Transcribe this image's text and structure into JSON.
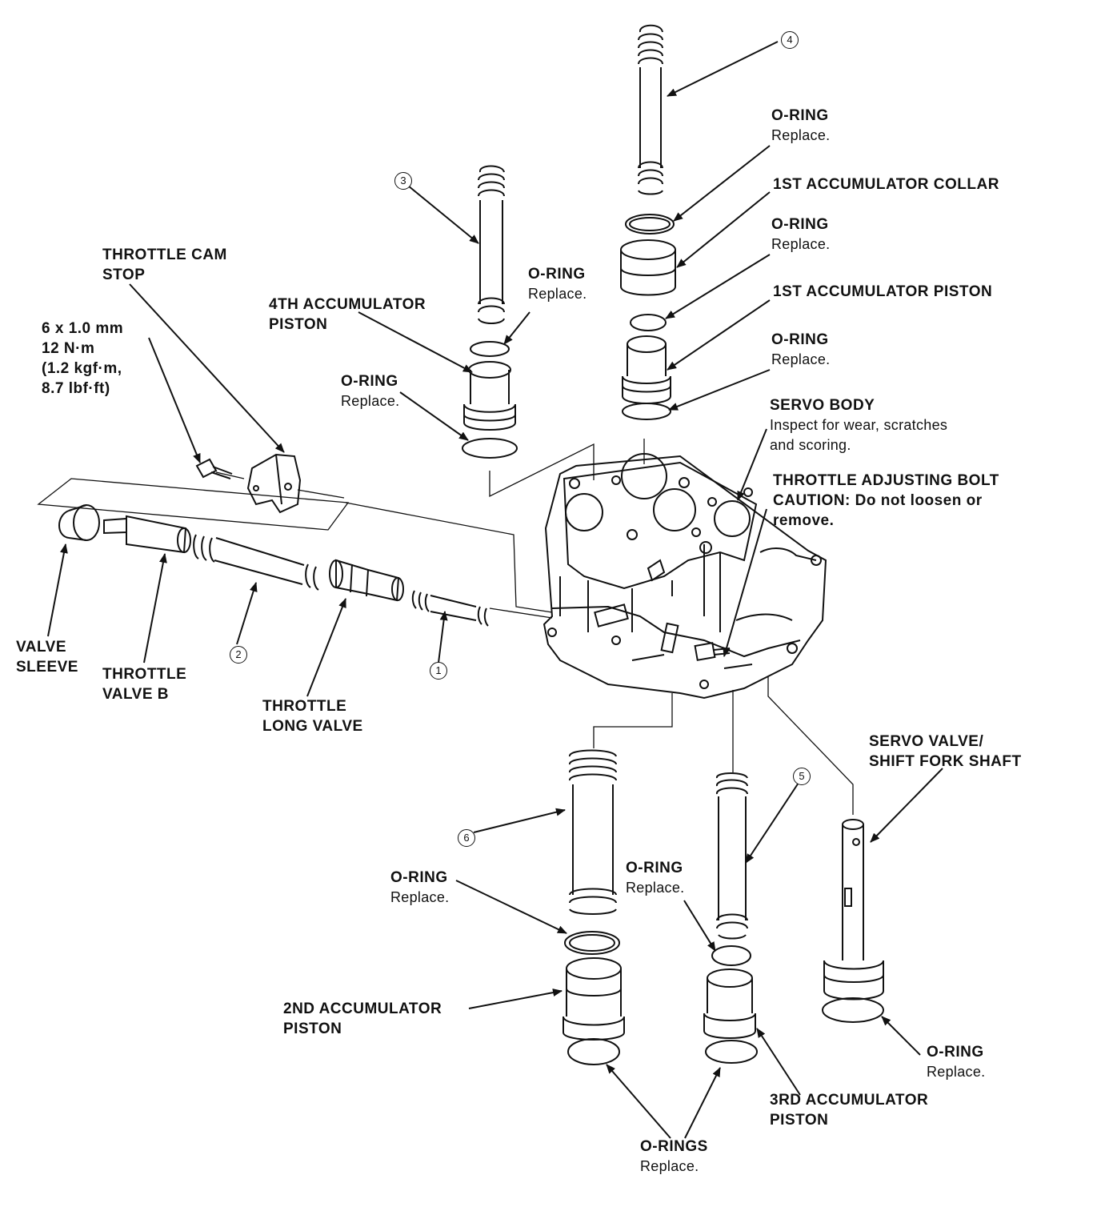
{
  "labels": {
    "oring_top": {
      "title": "O-RING",
      "note": "Replace."
    },
    "first_acc_collar": {
      "title": "1ST ACCUMULATOR COLLAR"
    },
    "oring_collar": {
      "title": "O-RING",
      "note": "Replace."
    },
    "first_acc_piston": {
      "title": "1ST ACCUMULATOR PISTON"
    },
    "oring_first_piston": {
      "title": "O-RING",
      "note": "Replace."
    },
    "servo_body": {
      "title": "SERVO BODY",
      "note1": "Inspect for wear, scratches",
      "note2": "and scoring."
    },
    "throttle_adjusting_bolt": {
      "title": "THROTTLE ADJUSTING BOLT",
      "line2": "CAUTION: Do not loosen or",
      "line3": "remove."
    },
    "throttle_cam_stop": {
      "line1": "THROTTLE CAM",
      "line2": "STOP"
    },
    "fourth_acc_piston": {
      "line1": "4TH ACCUMULATOR",
      "line2": "PISTON"
    },
    "oring_fourth_upper": {
      "title": "O-RING",
      "note": "Replace."
    },
    "oring_fourth_lower": {
      "title": "O-RING",
      "note": "Replace."
    },
    "bolt_spec": {
      "line1": "6 x 1.0 mm",
      "line2": "12 N·m",
      "line3": "(1.2 kgf·m,",
      "line4": "8.7 lbf·ft)"
    },
    "valve_sleeve": {
      "line1": "VALVE",
      "line2": "SLEEVE"
    },
    "throttle_valve_b": {
      "line1": "THROTTLE",
      "line2": "VALVE B"
    },
    "throttle_long_valve": {
      "line1": "THROTTLE",
      "line2": "LONG VALVE"
    },
    "servo_valve": {
      "line1": "SERVO VALVE/",
      "line2": "SHIFT FORK SHAFT"
    },
    "oring_second": {
      "title": "O-RING",
      "note": "Replace."
    },
    "oring_third": {
      "title": "O-RING",
      "note": "Replace."
    },
    "second_acc_piston": {
      "line1": "2ND ACCUMULATOR",
      "line2": "PISTON"
    },
    "oring_servo": {
      "title": "O-RING",
      "note": "Replace."
    },
    "third_acc_piston": {
      "line1": "3RD ACCUMULATOR",
      "line2": "PISTON"
    },
    "orings_bottom": {
      "title": "O-RINGS",
      "note": "Replace."
    }
  },
  "callouts": {
    "c1": "1",
    "c2": "2",
    "c3": "3",
    "c4": "4",
    "c5": "5",
    "c6": "6"
  }
}
